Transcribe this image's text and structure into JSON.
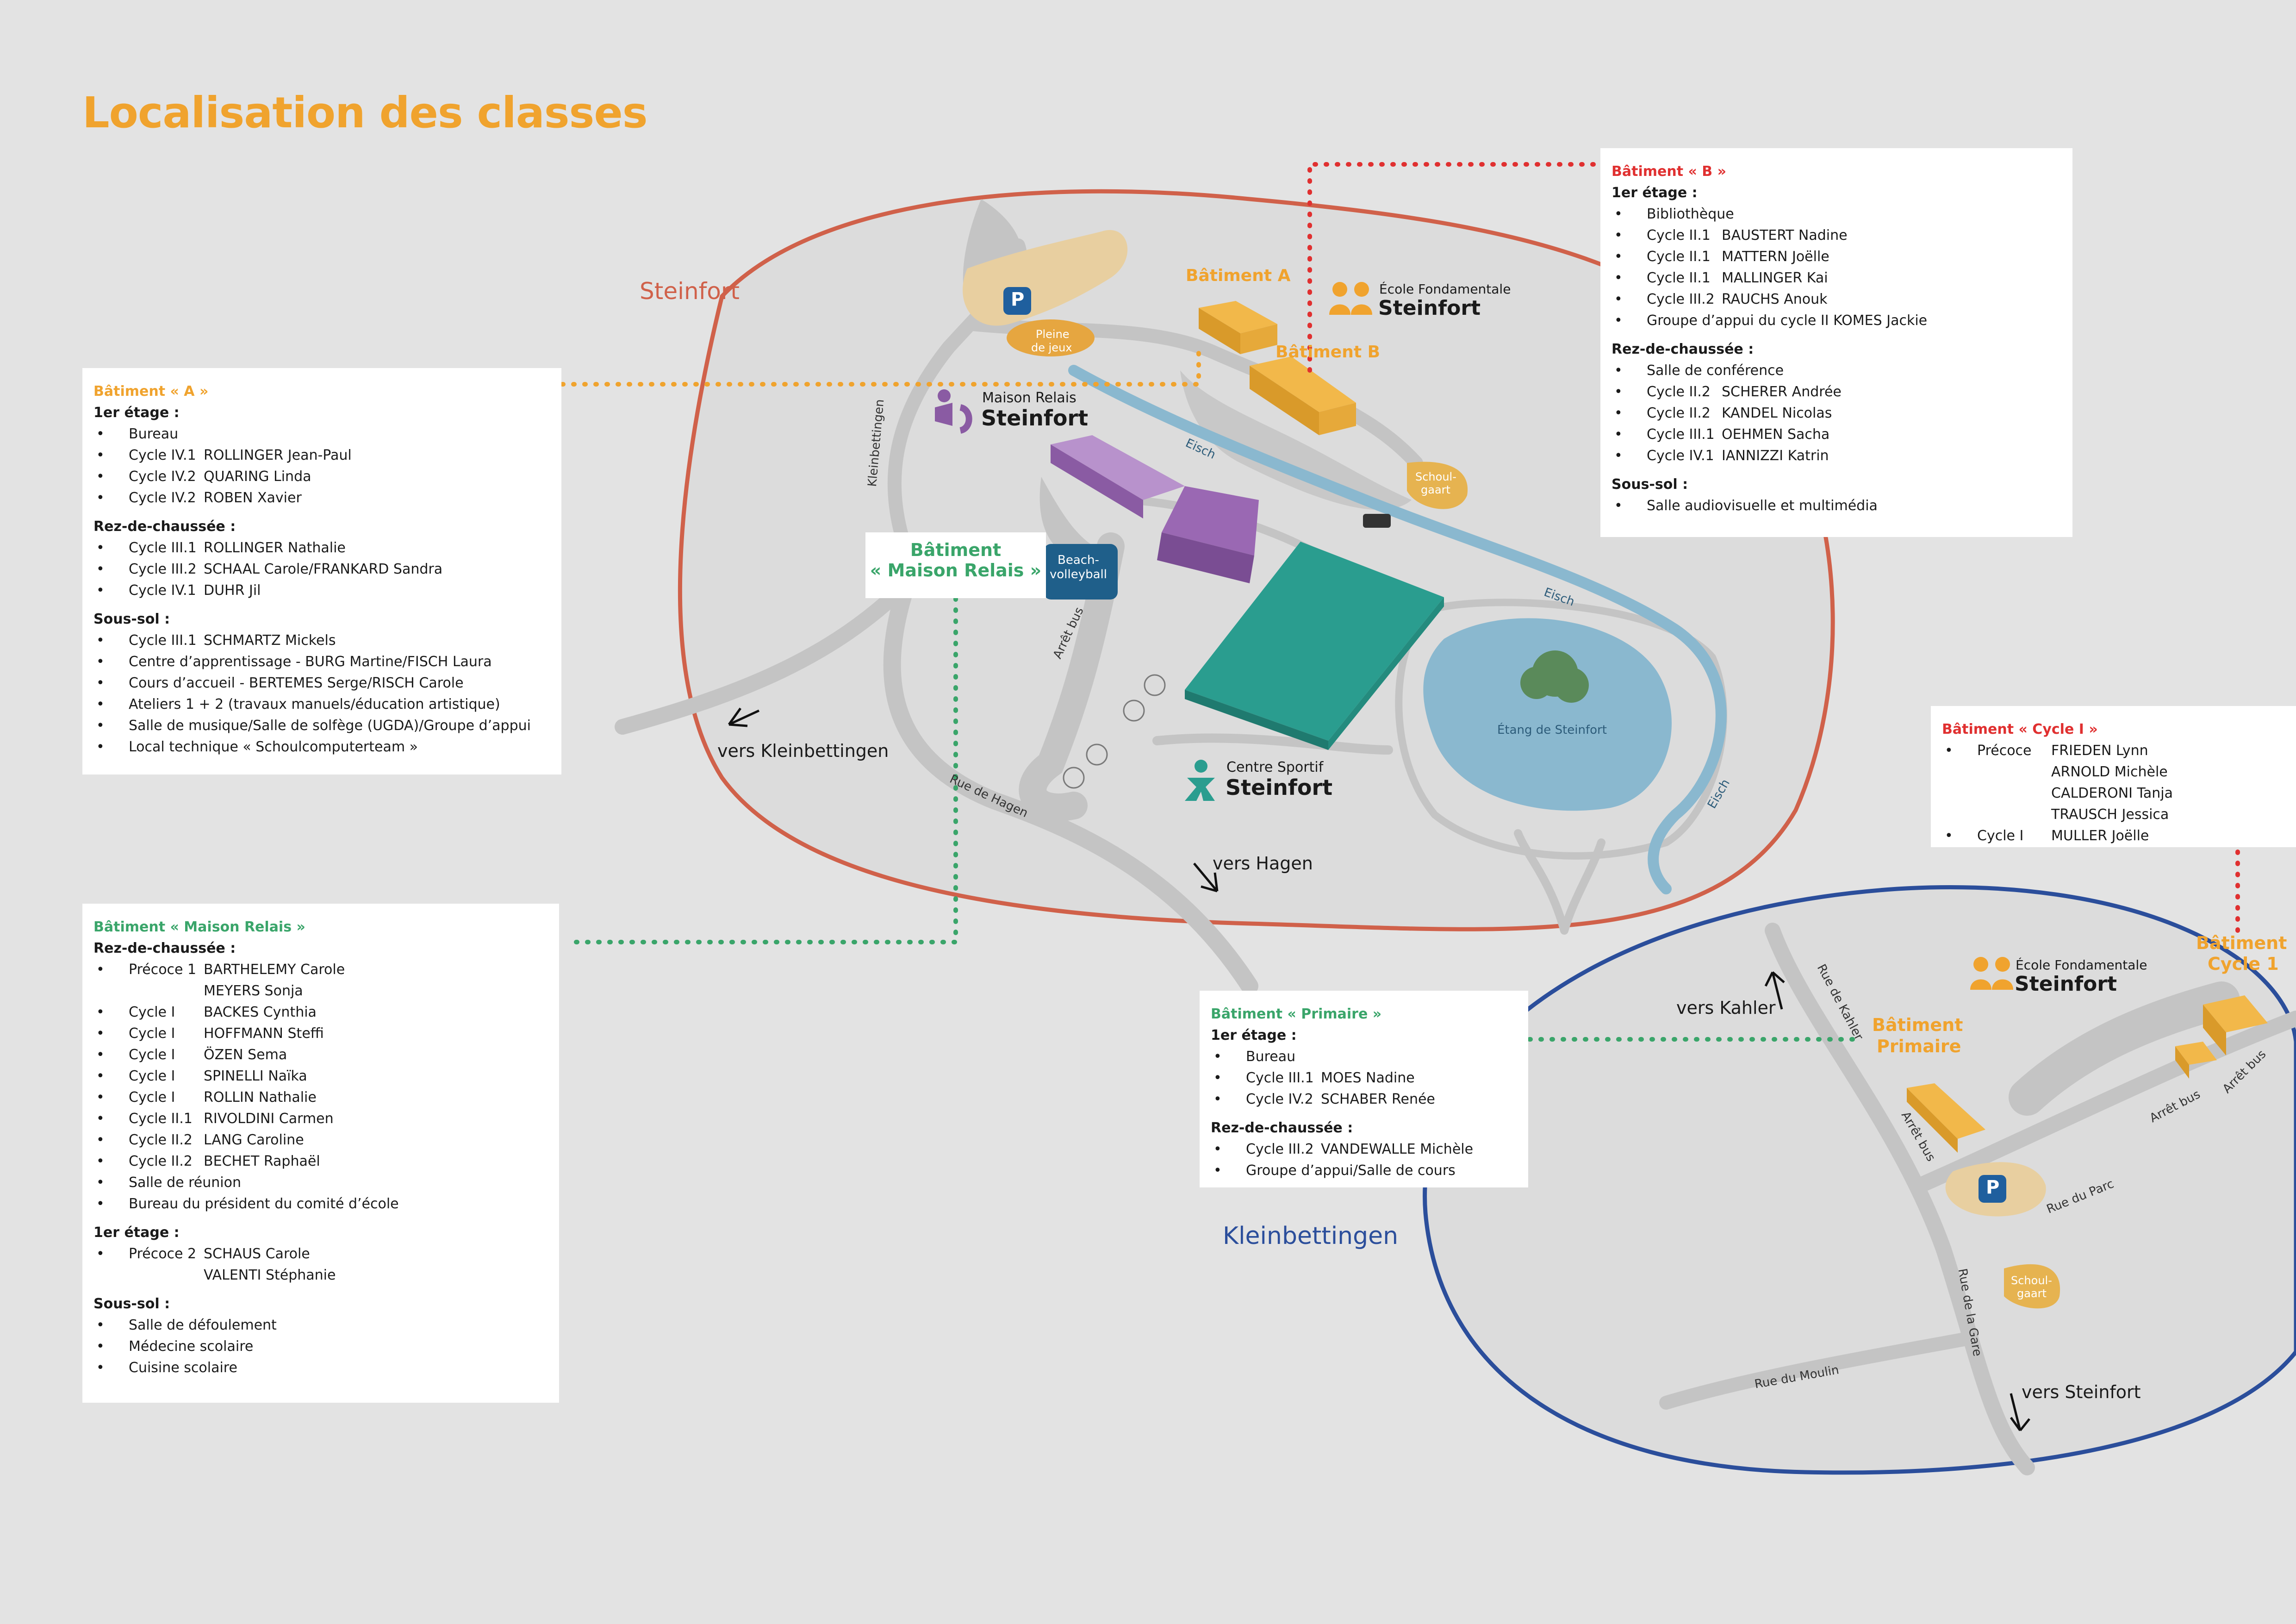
{
  "title": "Localisation des classes",
  "colors": {
    "orange": "#f0a32e",
    "green": "#3aa56a",
    "red": "#e03030",
    "blue": "#2b4e9b",
    "steinfort_ring": "#d0614a",
    "purple": "#8a5ba3",
    "teal": "#2a9d8f",
    "river": "#8ab8cf"
  },
  "icons": [
    "parking-icon",
    "school-people-icon",
    "maison-relais-logo-icon",
    "centre-sportif-logo-icon",
    "tree-icon",
    "arrow-icon"
  ],
  "map": {
    "towns": {
      "steinfort": "Steinfort",
      "kleinbettingen": "Kleinbettingen"
    },
    "buildings": {
      "bat_a": "Bâtiment A",
      "bat_b": "Bâtiment B",
      "maison_relais_line1": "Bâtiment",
      "maison_relais_line2": "« Maison Relais »",
      "primaire_line1": "Bâtiment",
      "primaire_line2": "Primaire",
      "cycle1_line1": "Bâtiment",
      "cycle1_line2": "Cycle 1"
    },
    "logos": {
      "ecole_small": "École Fondamentale",
      "ecole_big": "Steinfort",
      "maison_relais_small": "Maison Relais",
      "maison_relais_big": "Steinfort",
      "centre_sportif_small": "Centre Sportif",
      "centre_sportif_big": "Steinfort"
    },
    "places": {
      "parking": "P",
      "pleine_de_jeux_1": "Pleine",
      "pleine_de_jeux_2": "de jeux",
      "schoulgaart_1": "Schoul-",
      "schoulgaart_2": "gaart",
      "beach_1": "Beach-",
      "beach_2": "volleyball",
      "etang": "Étang de Steinfort",
      "elsch": "Eisch"
    },
    "streets": {
      "kleinbettingen": "Kleinbettingen",
      "rue_de_hagen": "Rue de Hagen",
      "arret_bus": "Arrêt bus",
      "rue_de_kahler": "Rue de Kahler",
      "rue_du_parc": "Rue du Parc",
      "rue_de_la_gare": "Rue de la Gare",
      "rue_du_moulin": "Rue du Moulin"
    },
    "directions": {
      "vers_kleinbettingen": "vers Kleinbettingen",
      "vers_hagen": "vers Hagen",
      "vers_kahler": "vers Kahler",
      "vers_steinfort": "vers Steinfort"
    }
  },
  "panels": {
    "bat_a": {
      "title": "Bâtiment « A »",
      "sections": [
        {
          "heading": "1er étage :",
          "items": [
            {
              "col1": "Bureau",
              "col2": ""
            },
            {
              "col1": "Cycle IV.1",
              "col2": "ROLLINGER Jean-Paul"
            },
            {
              "col1": "Cycle IV.2",
              "col2": "QUARING Linda"
            },
            {
              "col1": "Cycle IV.2",
              "col2": "ROBEN Xavier"
            }
          ]
        },
        {
          "heading": "Rez-de-chaussée :",
          "items": [
            {
              "col1": "Cycle III.1",
              "col2": "ROLLINGER Nathalie"
            },
            {
              "col1": "Cycle III.2",
              "col2": "SCHAAL Carole/FRANKARD Sandra"
            },
            {
              "col1": "Cycle IV.1",
              "col2": "DUHR Jil"
            }
          ]
        },
        {
          "heading": "Sous-sol :",
          "items": [
            {
              "col1": "Cycle III.1",
              "col2": "SCHMARTZ Mickels"
            },
            {
              "col1": "Centre d’apprentissage - BURG Martine/FISCH Laura",
              "col2": ""
            },
            {
              "col1": "Cours d’accueil - BERTEMES Serge/RISCH Carole",
              "col2": ""
            },
            {
              "col1": "Ateliers 1 + 2 (travaux manuels/éducation artistique)",
              "col2": ""
            },
            {
              "col1": "Salle de musique/Salle de solfège (UGDA)/Groupe d’appui",
              "col2": ""
            },
            {
              "col1": "Local technique « Schoulcomputerteam »",
              "col2": ""
            }
          ]
        }
      ]
    },
    "bat_b": {
      "title": "Bâtiment « B »",
      "sections": [
        {
          "heading": "1er étage :",
          "items": [
            {
              "col1": "Bibliothèque",
              "col2": ""
            },
            {
              "col1": "Cycle II.1",
              "col2": "BAUSTERT Nadine"
            },
            {
              "col1": "Cycle II.1",
              "col2": "MATTERN Joëlle"
            },
            {
              "col1": "Cycle II.1",
              "col2": "MALLINGER Kai"
            },
            {
              "col1": "Cycle III.2",
              "col2": "RAUCHS Anouk"
            },
            {
              "col1": "Groupe d’appui du cycle II    KOMES Jackie",
              "col2": ""
            }
          ]
        },
        {
          "heading": "Rez-de-chaussée :",
          "items": [
            {
              "col1": "Salle de conférence",
              "col2": ""
            },
            {
              "col1": "Cycle II.2",
              "col2": "SCHERER Andrée"
            },
            {
              "col1": "Cycle II.2",
              "col2": "KANDEL Nicolas"
            },
            {
              "col1": "Cycle III.1",
              "col2": "OEHMEN Sacha"
            },
            {
              "col1": "Cycle IV.1",
              "col2": "IANNIZZI Katrin"
            }
          ]
        },
        {
          "heading": "Sous-sol :",
          "items": [
            {
              "col1": "Salle audiovisuelle et multimédia",
              "col2": ""
            }
          ]
        }
      ]
    },
    "maison_relais": {
      "title": "Bâtiment « Maison Relais »",
      "sections": [
        {
          "heading": "Rez-de-chaussée :",
          "items": [
            {
              "col1": "Précoce 1",
              "col2": "BARTHELEMY Carole"
            },
            {
              "col1": "",
              "col2": "MEYERS Sonja",
              "cont": true
            },
            {
              "col1": "Cycle I",
              "col2": "BACKES Cynthia"
            },
            {
              "col1": "Cycle I",
              "col2": "HOFFMANN Steffi"
            },
            {
              "col1": "Cycle I",
              "col2": "ÖZEN Sema"
            },
            {
              "col1": "Cycle I",
              "col2": "SPINELLI Naïka"
            },
            {
              "col1": "Cycle I",
              "col2": "ROLLIN Nathalie"
            },
            {
              "col1": "Cycle II.1",
              "col2": "RIVOLDINI Carmen"
            },
            {
              "col1": "Cycle II.2",
              "col2": "LANG Caroline"
            },
            {
              "col1": "Cycle II.2",
              "col2": "BECHET Raphaël"
            },
            {
              "col1": "Salle de réunion",
              "col2": ""
            },
            {
              "col1": "Bureau du président du comité d’école",
              "col2": ""
            }
          ]
        },
        {
          "heading": "1er étage :",
          "items": [
            {
              "col1": "Précoce 2",
              "col2": "SCHAUS Carole"
            },
            {
              "col1": "",
              "col2": "VALENTI Stéphanie",
              "cont": true
            }
          ]
        },
        {
          "heading": "Sous-sol :",
          "items": [
            {
              "col1": "Salle de défoulement",
              "col2": ""
            },
            {
              "col1": "Médecine scolaire",
              "col2": ""
            },
            {
              "col1": "Cuisine scolaire",
              "col2": ""
            }
          ]
        }
      ]
    },
    "primaire": {
      "title": "Bâtiment « Primaire »",
      "sections": [
        {
          "heading": "1er étage :",
          "items": [
            {
              "col1": "Bureau",
              "col2": ""
            },
            {
              "col1": "Cycle III.1",
              "col2": "MOES Nadine"
            },
            {
              "col1": "Cycle IV.2",
              "col2": "SCHABER Renée"
            }
          ]
        },
        {
          "heading": "Rez-de-chaussée :",
          "items": [
            {
              "col1": "Cycle III.2",
              "col2": "VANDEWALLE Michèle"
            },
            {
              "col1": "Groupe d’appui/Salle de cours",
              "col2": ""
            }
          ]
        }
      ]
    },
    "cycle1": {
      "title": "Bâtiment « Cycle I »",
      "sections": [
        {
          "heading": "",
          "items": [
            {
              "col1": "Précoce",
              "col2": "FRIEDEN Lynn"
            },
            {
              "col1": "",
              "col2": "ARNOLD Michèle",
              "cont": true
            },
            {
              "col1": "",
              "col2": "CALDERONI Tanja",
              "cont": true
            },
            {
              "col1": "",
              "col2": "TRAUSCH Jessica",
              "cont": true
            },
            {
              "col1": "Cycle I",
              "col2": "MULLER Joëlle"
            }
          ]
        }
      ]
    }
  }
}
